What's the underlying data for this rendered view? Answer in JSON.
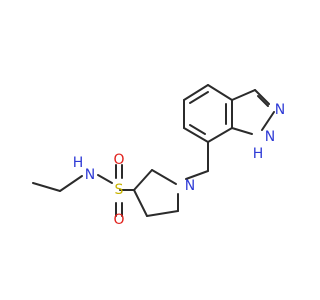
{
  "molecule": {
    "colors": {
      "bond": "#2b2b2b",
      "nitrogen": "#2f3bd6",
      "oxygen": "#e0201b",
      "sulfur": "#c9b400"
    },
    "labels": {
      "N_pyrrolidine": "N",
      "N_amide": "N",
      "H_amide": "H",
      "S": "S",
      "O_top": "O",
      "O_bottom": "O",
      "N_indazole_2": "N",
      "N_indazole_1": "N",
      "H_indazole": "H"
    }
  }
}
